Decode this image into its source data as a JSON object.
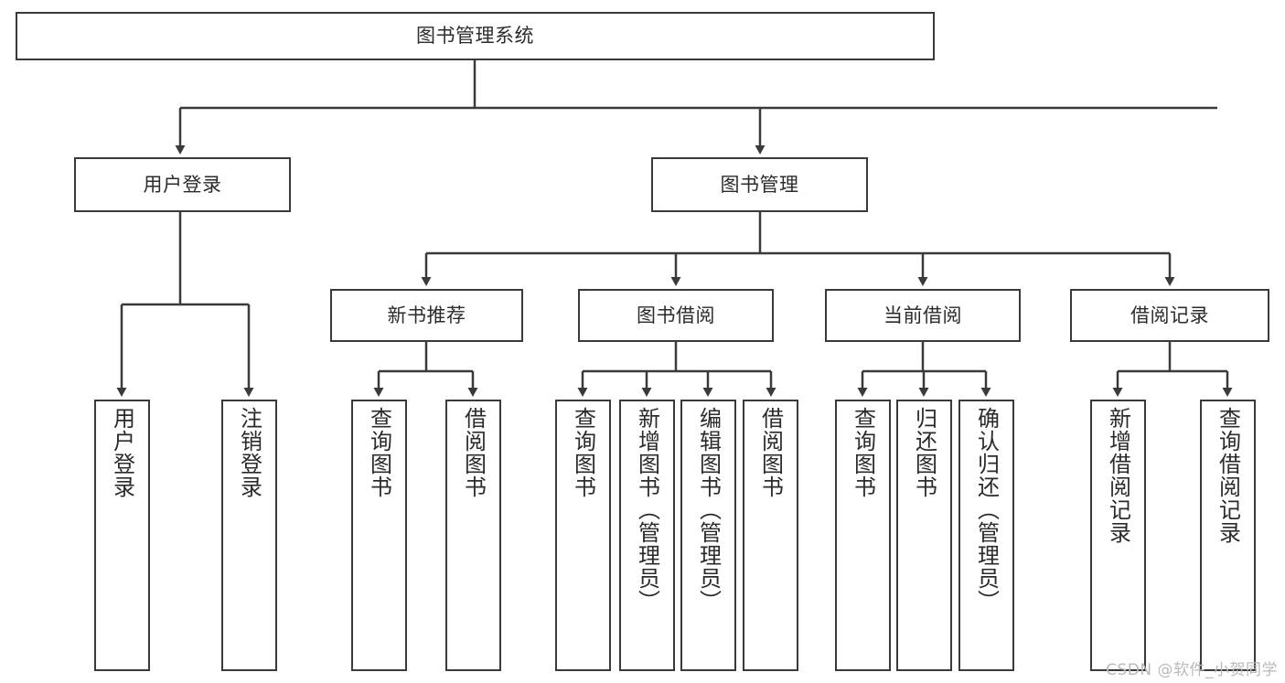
{
  "diagram": {
    "title": "图书管理系统",
    "type": "tree",
    "root": {
      "label": "图书管理系统"
    },
    "level1": [
      {
        "label": "用户登录"
      },
      {
        "label": "图书管理"
      }
    ],
    "level2": [
      {
        "label": "新书推荐"
      },
      {
        "label": "图书借阅"
      },
      {
        "label": "当前借阅"
      },
      {
        "label": "借阅记录"
      }
    ],
    "leaves": {
      "user_login": [
        {
          "label": "用户登录"
        },
        {
          "label": "注销登录"
        }
      ],
      "new_book_recommend": [
        {
          "label": "查询图书"
        },
        {
          "label": "借阅图书"
        }
      ],
      "book_borrow": [
        {
          "label": "查询图书"
        },
        {
          "label": "新增图书（管理员）"
        },
        {
          "label": "编辑图书（管理员）"
        },
        {
          "label": "借阅图书"
        }
      ],
      "current_borrow": [
        {
          "label": "查询图书"
        },
        {
          "label": "归还图书"
        },
        {
          "label": "确认归还（管理员）"
        }
      ],
      "borrow_records": [
        {
          "label": "新增借阅记录"
        },
        {
          "label": "查询借阅记录"
        }
      ]
    }
  },
  "watermark": {
    "text": "CSDN @软件_小贺同学"
  },
  "colors": {
    "border": "#3a3a3a",
    "background": "#ffffff",
    "text": "#2b2b2b",
    "watermark": "#b9b9b9"
  }
}
